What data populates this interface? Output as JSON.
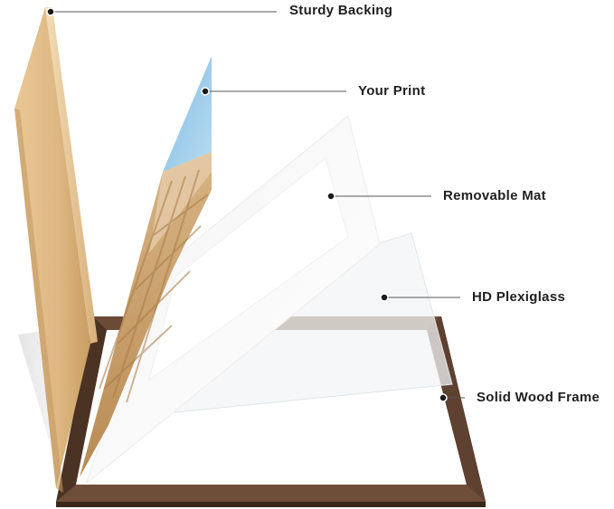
{
  "callouts": [
    {
      "id": "backing",
      "label": "Sturdy Backing"
    },
    {
      "id": "print",
      "label": "Your Print"
    },
    {
      "id": "mat",
      "label": "Removable Mat"
    },
    {
      "id": "plexiglass",
      "label": "HD Plexiglass"
    },
    {
      "id": "frame",
      "label": "Solid Wood Frame"
    }
  ],
  "colors": {
    "frame": "#5a3f2e",
    "backing": "#e2bf8c",
    "sky": "#8cc3e6",
    "wicker": "#c9a26e",
    "text": "#1f1f1f"
  }
}
